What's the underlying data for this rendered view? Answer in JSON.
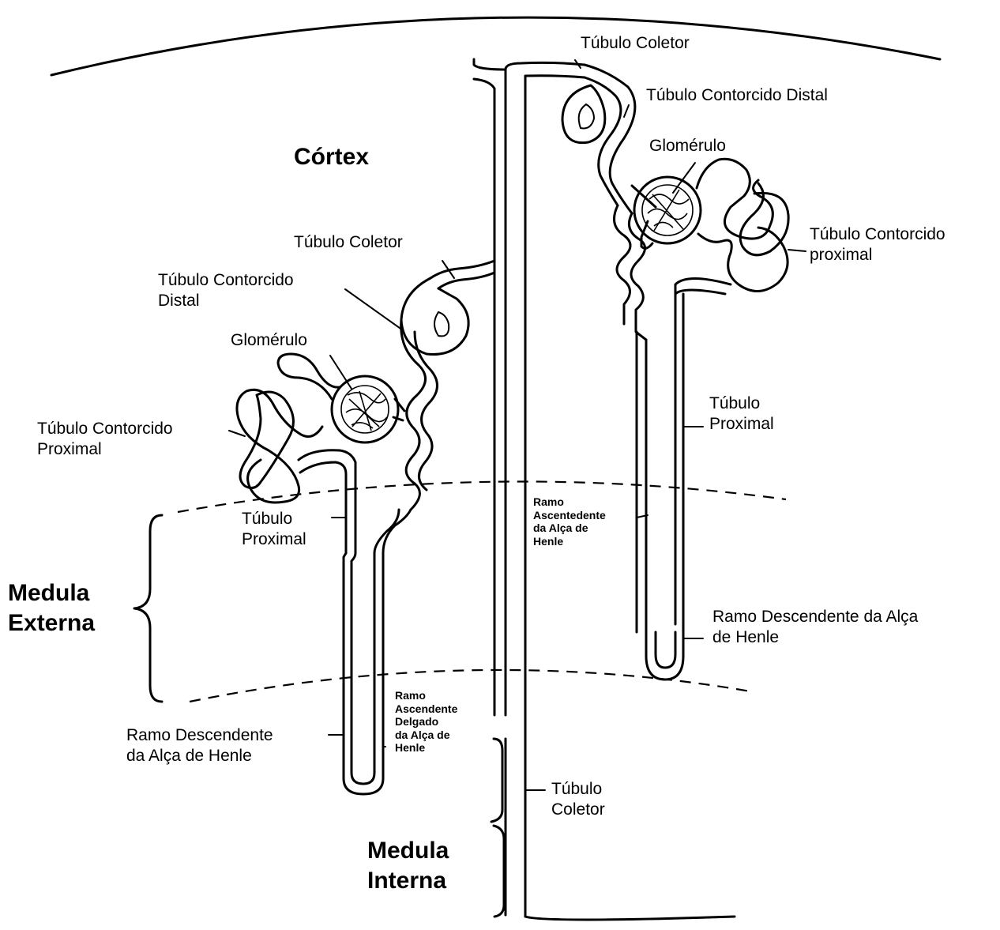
{
  "regions": {
    "cortex": "Córtex",
    "outer_medulla": [
      "Medula",
      "Externa"
    ],
    "inner_medulla": [
      "Medula",
      "Interna"
    ]
  },
  "right_nephron": {
    "collecting_tubule": "Túbulo Coletor",
    "distal_convoluted": "Túbulo Contorcido Distal",
    "glomerulus": "Glomérulo",
    "proximal_convoluted": [
      "Túbulo Contorcido",
      "proximal"
    ],
    "proximal_tubule": [
      "Túbulo",
      "Proximal"
    ],
    "descending_limb": [
      "Ramo Descendente da Alça",
      "de Henle"
    ]
  },
  "left_nephron": {
    "collecting_tubule": "Túbulo Coletor",
    "distal_convoluted": [
      "Túbulo Contorcido",
      "Distal"
    ],
    "glomerulus": "Glomérulo",
    "proximal_convoluted": [
      "Túbulo Contorcido",
      "Proximal"
    ],
    "proximal_tubule": [
      "Túbulo",
      "Proximal"
    ],
    "descending_limb": [
      "Ramo Descendente",
      "da Alça de Henle"
    ],
    "thin_ascending_limb": [
      "Ramo",
      "Ascendente",
      "Delgado",
      "da Alça de",
      "Henle"
    ]
  },
  "center": {
    "ascending_limb": [
      "Ramo",
      "Ascentedente",
      "da Alça de",
      "Henle"
    ],
    "collecting_tubule": [
      "Túbulo",
      "Coletor"
    ]
  }
}
